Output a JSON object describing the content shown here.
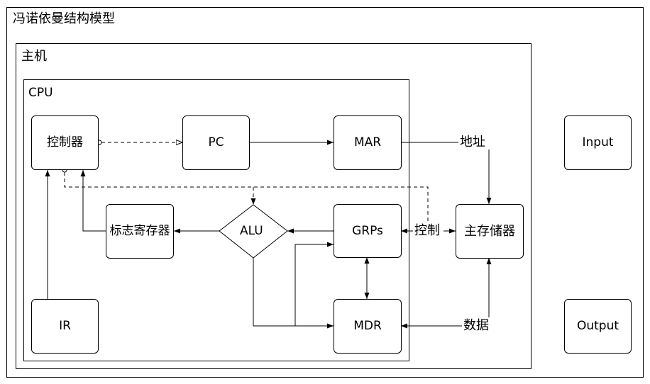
{
  "frames": {
    "outer_title": "冯诺依曼结构模型",
    "host_title": "主机",
    "cpu_title": "CPU"
  },
  "nodes": {
    "controller": "控制器",
    "pc": "PC",
    "mar": "MAR",
    "flag_register": "标志寄存器",
    "alu": "ALU",
    "grps": "GRPs",
    "ir": "IR",
    "mdr": "MDR",
    "main_memory": "主存储器",
    "input": "Input",
    "output": "Output"
  },
  "edge_labels": {
    "address": "地址",
    "control": "控制",
    "data": "数据"
  }
}
